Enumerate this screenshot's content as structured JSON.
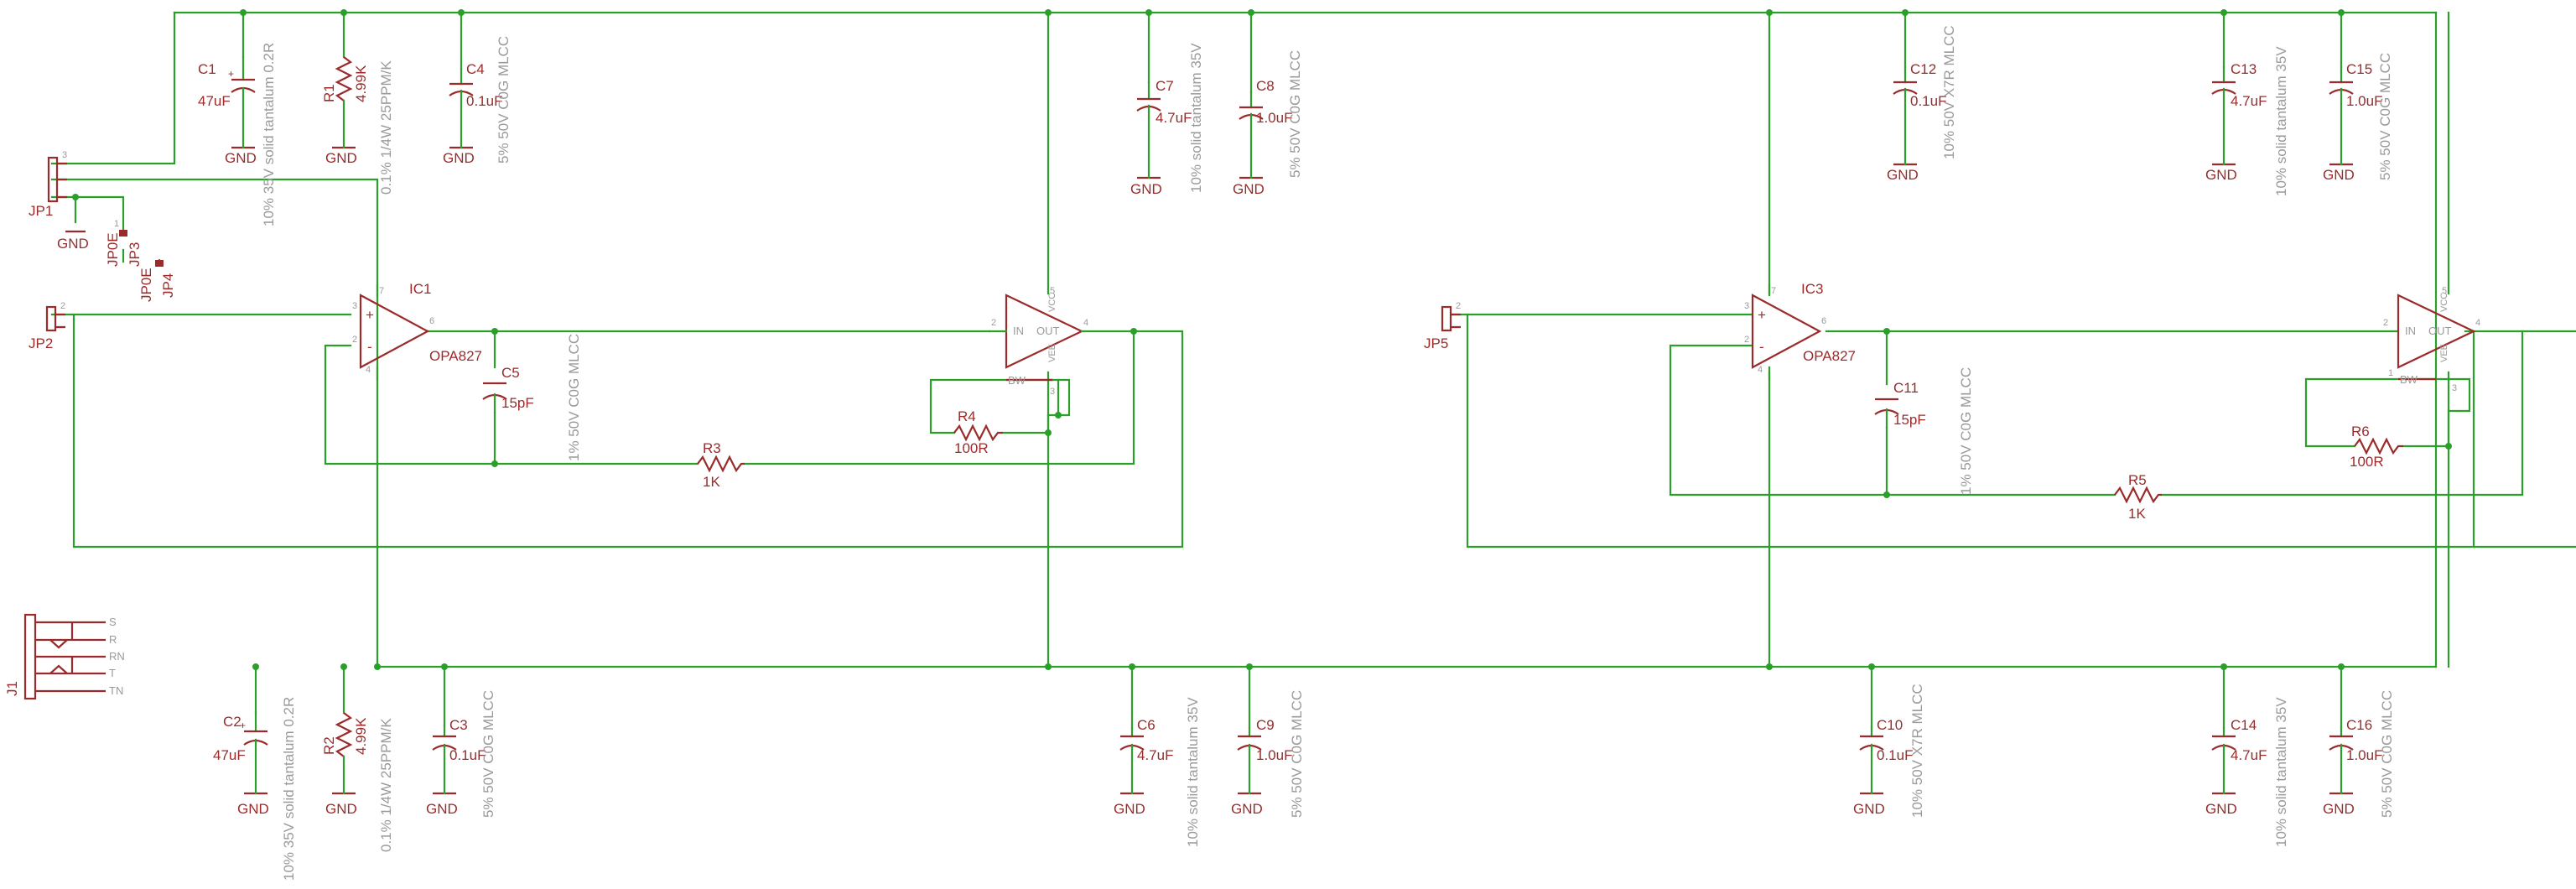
{
  "gnd": "GND",
  "caps": {
    "C1": {
      "ref": "C1",
      "val": "47uF",
      "spec": "10% 35V solid tantalum 0.2R"
    },
    "C2": {
      "ref": "C2",
      "val": "47uF",
      "spec": "10% 35V solid tantalum 0.2R"
    },
    "C3": {
      "ref": "C3",
      "val": "0.1uF",
      "spec": "5% 50V C0G MLCC"
    },
    "C4": {
      "ref": "C4",
      "val": "0.1uF",
      "spec": "5% 50V C0G MLCC"
    },
    "C5": {
      "ref": "C5",
      "val": "15pF",
      "spec": "1% 50V C0G MLCC"
    },
    "C6": {
      "ref": "C6",
      "val": "4.7uF",
      "spec": "10% solid tantalum 35V"
    },
    "C7": {
      "ref": "C7",
      "val": "4.7uF",
      "spec": "10% solid tantalum 35V"
    },
    "C8": {
      "ref": "C8",
      "val": "1.0uF",
      "spec": "5% 50V C0G MLCC"
    },
    "C9": {
      "ref": "C9",
      "val": "1.0uF",
      "spec": "5% 50V C0G MLCC"
    },
    "C10": {
      "ref": "C10",
      "val": "0.1uF",
      "spec": "10% 50V X7R MLCC"
    },
    "C11": {
      "ref": "C11",
      "val": "15pF",
      "spec": "1% 50V C0G MLCC"
    },
    "C12": {
      "ref": "C12",
      "val": "0.1uF",
      "spec": "10% 50V X7R MLCC"
    },
    "C13": {
      "ref": "C13",
      "val": "4.7uF",
      "spec": "10% solid tantalum 35V"
    },
    "C14": {
      "ref": "C14",
      "val": "4.7uF",
      "spec": "10% solid tantalum 35V"
    },
    "C15": {
      "ref": "C15",
      "val": "1.0uF",
      "spec": "5% 50V C0G MLCC"
    },
    "C16": {
      "ref": "C16",
      "val": "1.0uF",
      "spec": "5% 50V C0G MLCC"
    }
  },
  "resistors": {
    "R1": {
      "ref": "R1",
      "val": "4.99K",
      "spec": "0.1% 1/4W 25PPM/K"
    },
    "R2": {
      "ref": "R2",
      "val": "4.99K",
      "spec": "0.1% 1/4W 25PPM/K"
    },
    "R3": {
      "ref": "R3",
      "val": "1K"
    },
    "R4": {
      "ref": "R4",
      "val": "100R"
    },
    "R5": {
      "ref": "R5",
      "val": "1K"
    },
    "R6": {
      "ref": "R6",
      "val": "100R"
    }
  },
  "ics": {
    "IC1": {
      "ref": "IC1",
      "part": "OPA827"
    },
    "IC3": {
      "ref": "IC3",
      "part": "OPA827"
    }
  },
  "buffers": {
    "pins": {
      "in": "IN",
      "out": "OUT",
      "bw": "BW",
      "vcc": "VCC",
      "vee": "VEE"
    }
  },
  "connectors": {
    "JP1": "JP1",
    "JP2": "JP2",
    "JP3": "JP3",
    "JP4": "JP4",
    "JP5": "JP5",
    "JP0E_a": "JP0E",
    "JP0E_b": "JP0E",
    "J1": "J1",
    "jack_pins": [
      "S",
      "R",
      "RN",
      "T",
      "TN"
    ]
  }
}
